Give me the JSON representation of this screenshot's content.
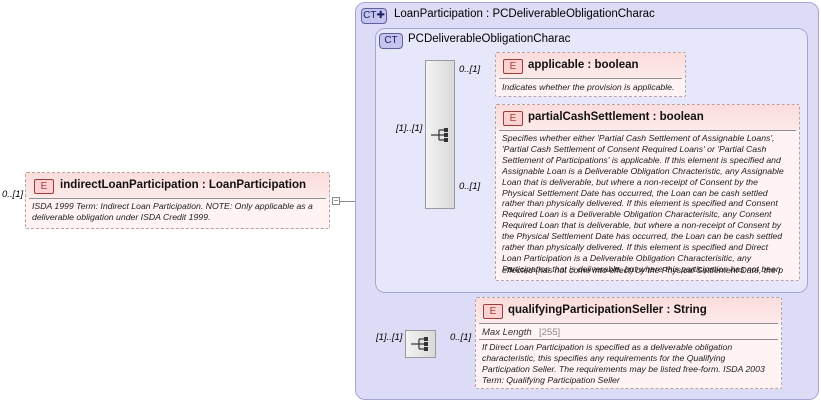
{
  "root": {
    "cardinality": "0..[1]",
    "badge": "E",
    "name": "indirectLoanParticipation : LoanParticipation",
    "doc": [
      "ISDA 1999 Term: Indirect Loan Participation. NOTE: Only applicable as a",
      "deliverable obligation under ISDA Credit 1999."
    ]
  },
  "outer_type": {
    "badge": "CT",
    "title": "LoanParticipation : PCDeliverableObligationCharac"
  },
  "inner_type": {
    "badge": "CT",
    "title": "PCDeliverableObligationCharac"
  },
  "inner_sequence": {
    "cardinality": "[1]..[1]"
  },
  "outer_sequence": {
    "cardinality": "[1]..[1]"
  },
  "elements": {
    "applicable": {
      "cardinality": "0..[1]",
      "badge": "E",
      "name": "applicable : boolean",
      "doc": [
        "Indicates whether the provision is applicable."
      ]
    },
    "partial": {
      "cardinality": "0..[1]",
      "badge": "E",
      "name": "partialCashSettlement : boolean",
      "doc": [
        "Specifies whether either 'Partial Cash Settlement of Assignable Loans',",
        "'Partial Cash Settlement of Consent Required Loans' or 'Partial Cash",
        "Settlement of Participations' is applicable. If this element is specified and",
        "Assignable Loan is a Deliverable Obligation Chracteristic, any Assignable",
        "Loan that is deliverable, but where a non-receipt of Consent by the",
        "Physical Settlement Date has occurred, the Loan can be cash settled",
        "rather than physically delivered. If this element is specified and Consent",
        "Required Loan is a Deliverable Obligation Characterisitc, any Consent",
        "Required Loan that is deliverable, but where a non-receipt of Consent by",
        "the Physical Settlement Date has occurred, the Loan can be cash settled",
        "rather than physically delivered. If this element is specified and Direct",
        "Loan Participation is a Deliverable Obligation Characterisitic, any",
        "Participation that is deliverable, but where this participation has not been",
        "effected (has not come into effect) by the Physical Settlement Date, the p"
      ]
    },
    "seller": {
      "cardinality": "0..[1]",
      "badge": "E",
      "name": "qualifyingParticipationSeller : String",
      "facet_name": "Max Length",
      "facet_value": "[255]",
      "doc": [
        "If Direct Loan Participation is specified as a deliverable obligation",
        "characteristic, this specifies any requirements for the Qualifying",
        "Participation Seller. The requirements may be listed free-form. ISDA 2003",
        "Term: Qualifying Participation Seller"
      ]
    }
  }
}
